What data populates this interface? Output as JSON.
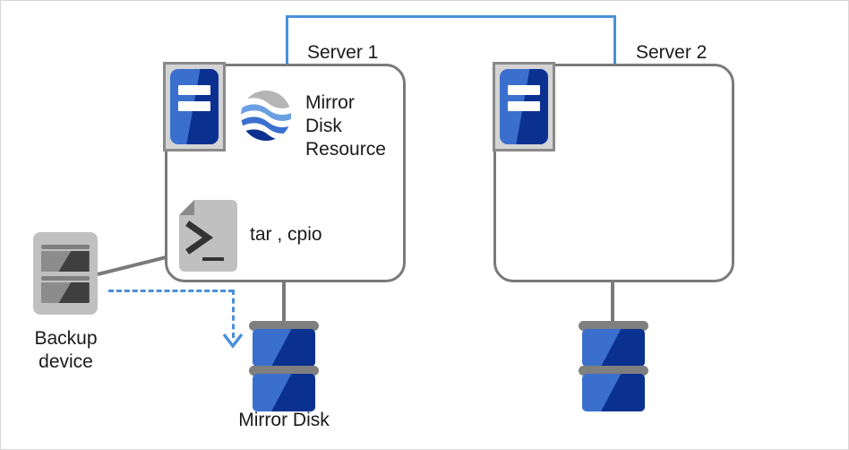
{
  "diagram": {
    "title_server1": "Server 1",
    "title_server2": "Server 2",
    "mirror_disk_resource_label": "Mirror\nDisk\nResource",
    "mirror_disk_resource_line1": "Mirror",
    "mirror_disk_resource_line2": "Disk",
    "mirror_disk_resource_line3": "Resource",
    "script_tools_label": "tar , cpio",
    "backup_device_line1": "Backup",
    "backup_device_line2": "device",
    "mirror_disk_label": "Mirror Disk",
    "icons": {
      "server1_icon": "server-icon",
      "server2_icon": "server-icon",
      "globe_icon": "mirror-disk-resource-globe-icon",
      "script_icon": "script-terminal-icon",
      "backup_icon": "backup-device-icon",
      "disk1_icon": "disk-stack-icon",
      "disk2_icon": "disk-stack-icon",
      "backup_flow_arrow": "dashed-arrow-down-icon"
    },
    "colors": {
      "accent_blue": "#4a90d9",
      "disk_blue": "#3a6fce",
      "disk_blue_dark": "#0b3190",
      "outline_gray": "#7a7a7a",
      "icon_gray": "#c0c0c0",
      "background": "#ffffff",
      "text": "#1a1a1a"
    }
  }
}
